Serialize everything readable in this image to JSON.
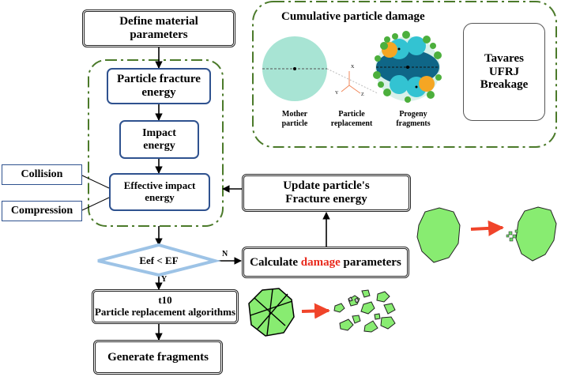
{
  "nodes": {
    "define": {
      "line1": "Define material",
      "line2": "parameters"
    },
    "fracture": {
      "line1": "Particle fracture",
      "line2": "energy"
    },
    "impact": {
      "line1": "Impact",
      "line2": "energy"
    },
    "effective": {
      "line1": "Effective  impact",
      "line2": "energy"
    },
    "collision": "Collision",
    "compression": "Compression",
    "decision": "Eef < EF",
    "calculate": {
      "before": "Calculate ",
      "highlight": "damage",
      "after": " parameters"
    },
    "update": {
      "line1": "Update particle's",
      "line2": "Fracture energy"
    },
    "t10": {
      "line1": "t10",
      "line2": "Particle replacement algorithms"
    },
    "generate": "Generate fragments"
  },
  "edge_labels": {
    "no": "N",
    "yes": "Y"
  },
  "cumulative": {
    "title": "Cumulative particle damage",
    "labels": {
      "mother": {
        "line1": "Mother",
        "line2": "particle"
      },
      "replacement": {
        "line1": "Particle",
        "line2": "replacement"
      },
      "progeny": {
        "line1": "Progeny",
        "line2": "fragments"
      }
    },
    "axes": {
      "x": "X",
      "y": "Y",
      "z": "Z"
    }
  },
  "tavares": {
    "line1": "Tavares",
    "line2": "UFRJ",
    "line3": "Breakage"
  },
  "colors": {
    "green_dash": "#4b7a2a",
    "box_blue": "#2f528f",
    "diamond": "#9dc3e6",
    "highlight": "#e8291c",
    "arrow_red": "#f0442a",
    "rock_fill": "#88ec71",
    "mother_fill": "#a8e4d4",
    "progeny_dark": "#0f6687",
    "progeny_cyan": "#33c3d2",
    "progeny_orange": "#f5a623",
    "progeny_green": "#4caf3c"
  }
}
